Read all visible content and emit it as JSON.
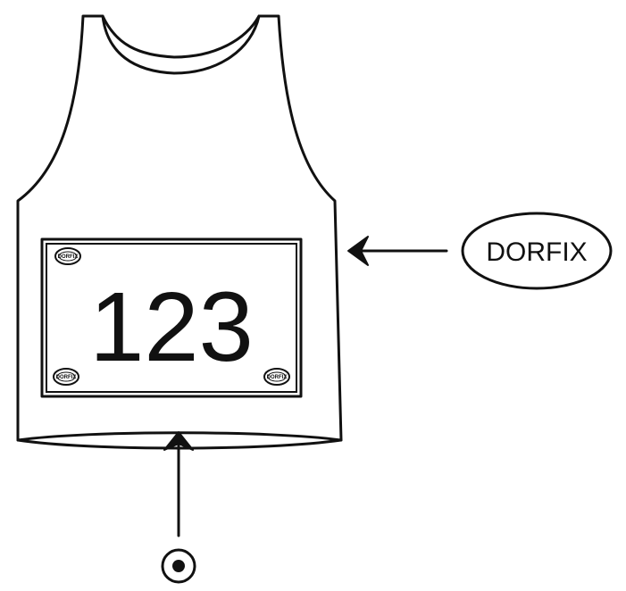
{
  "bib": {
    "number": "123"
  },
  "callout": {
    "label": "DORFIX"
  },
  "clip_logo": {
    "text": "DORFIX"
  },
  "icons": {
    "left_arrow": "arrow-left-icon",
    "up_arrow": "arrow-up-icon",
    "target": "target-icon"
  }
}
